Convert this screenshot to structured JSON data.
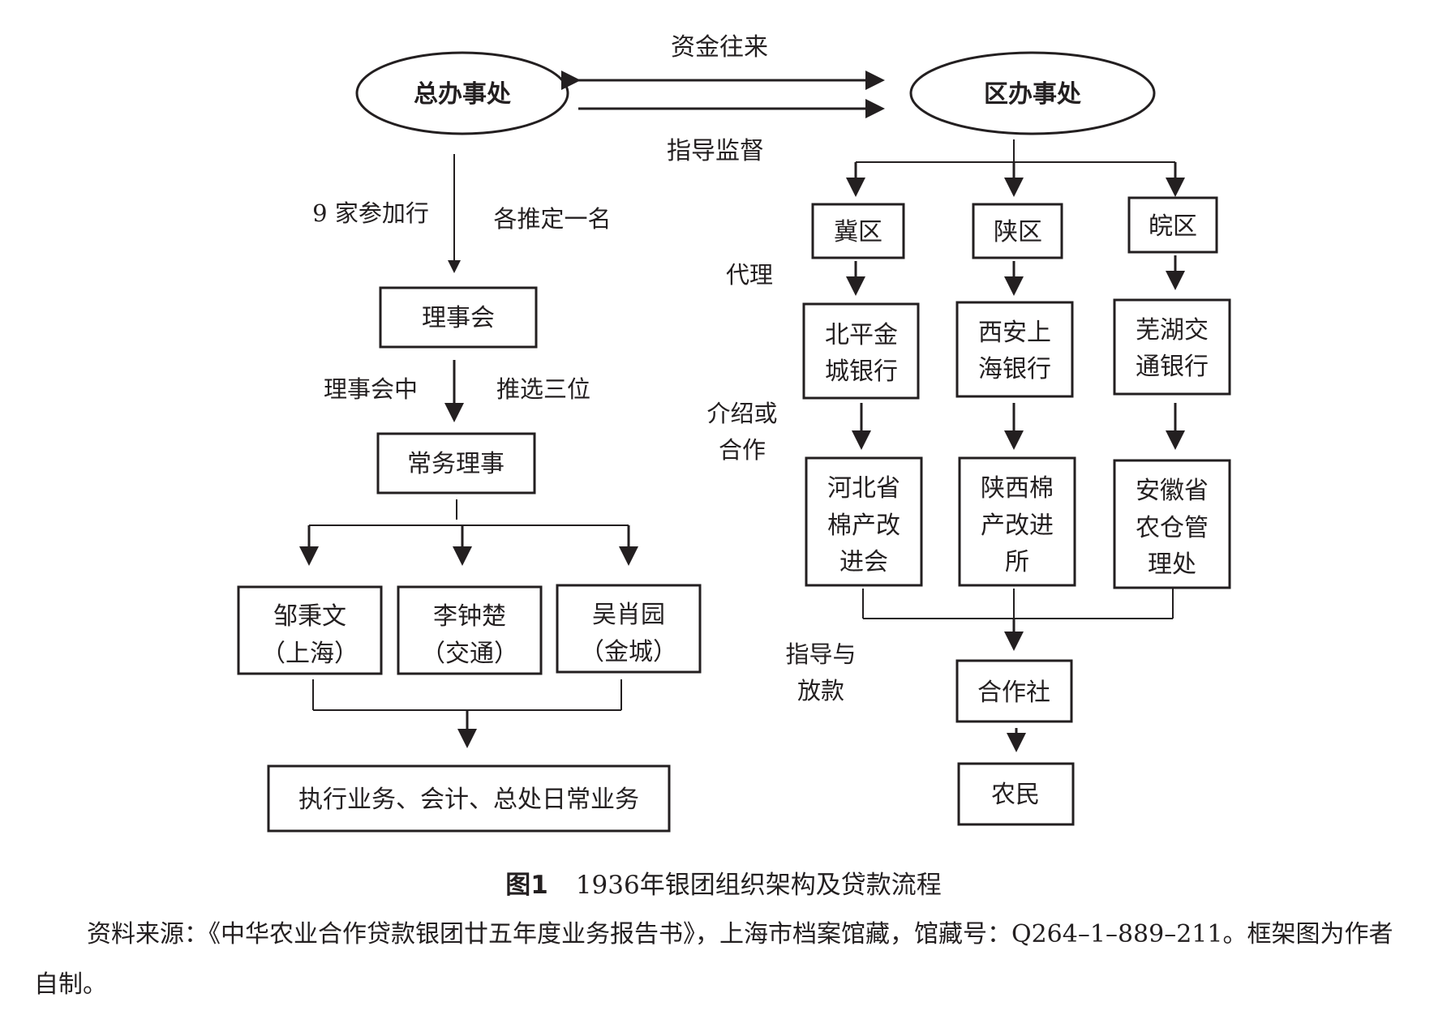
{
  "figure": {
    "number": "图1",
    "title": "1936年银团组织架构及贷款流程",
    "source_text": "资料来源：《中华农业合作贷款银团廿五年度业务报告书》，上海市档案馆藏，馆藏号：Q264–1–889–211。框架图为作者自制。"
  },
  "nodes": {
    "hq": "总办事处",
    "district": "区办事处",
    "board": "理事会",
    "standing": "常务理事",
    "m1_name": "邹秉文",
    "m1_org": "（上海）",
    "m2_name": "李钟楚",
    "m2_org": "（交通）",
    "m3_name": "吴肖园",
    "m3_org": "（金城）",
    "ops": "执行业务、会计、总处日常业务",
    "ji": "冀区",
    "shaan": "陕区",
    "wan": "皖区",
    "bank1_l1": "北平金",
    "bank1_l2": "城银行",
    "bank2_l1": "西安上",
    "bank2_l2": "海银行",
    "bank3_l1": "芜湖交",
    "bank3_l2": "通银行",
    "org1_l1": "河北省",
    "org1_l2": "棉产改",
    "org1_l3": "进会",
    "org2_l1": "陕西棉",
    "org2_l2": "产改进",
    "org2_l3": "所",
    "org3_l1": "安徽省",
    "org3_l2": "农仓管",
    "org3_l3": "理处",
    "coop": "合作社",
    "farmer": "农民"
  },
  "labels": {
    "funds": "资金往来",
    "supervise": "指导监督",
    "members_left": "9 家参加行",
    "members_right": "各推定一名",
    "elect_left": "理事会中",
    "elect_right": "推选三位",
    "agent": "代理",
    "intro_l1": "介绍或",
    "intro_l2": "合作",
    "guide_l1": "指导与",
    "guide_l2": "放款"
  }
}
